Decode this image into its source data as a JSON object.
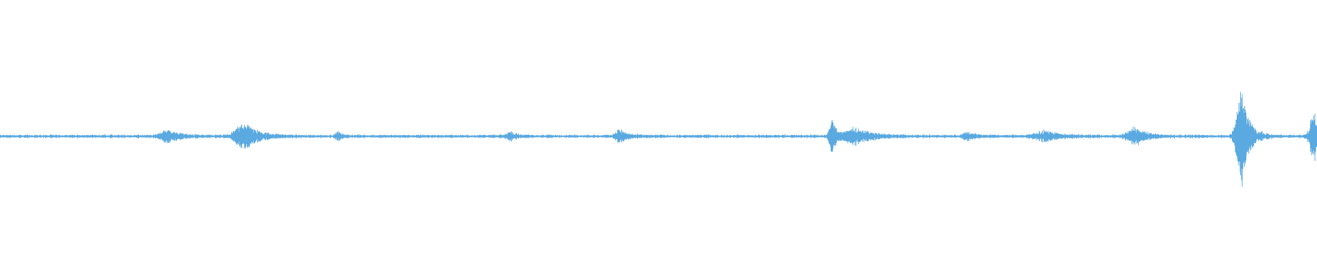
{
  "waveform": {
    "color": "#5aa9e0",
    "background": "#ffffff",
    "baseline_amplitude": 0.012,
    "events": [
      {
        "center": 0.128,
        "width": 0.01,
        "amplitude": 0.05
      },
      {
        "center": 0.186,
        "width": 0.012,
        "amplitude": 0.11
      },
      {
        "center": 0.257,
        "width": 0.004,
        "amplitude": 0.03
      },
      {
        "center": 0.388,
        "width": 0.006,
        "amplitude": 0.03
      },
      {
        "center": 0.471,
        "width": 0.007,
        "amplitude": 0.05
      },
      {
        "center": 0.632,
        "width": 0.004,
        "amplitude": 0.14
      },
      {
        "center": 0.65,
        "width": 0.014,
        "amplitude": 0.07
      },
      {
        "center": 0.735,
        "width": 0.007,
        "amplitude": 0.03
      },
      {
        "center": 0.794,
        "width": 0.014,
        "amplitude": 0.04
      },
      {
        "center": 0.862,
        "width": 0.01,
        "amplitude": 0.07
      },
      {
        "center": 0.943,
        "width": 0.007,
        "amplitude": 0.42
      },
      {
        "center": 0.998,
        "width": 0.006,
        "amplitude": 0.22
      }
    ]
  }
}
